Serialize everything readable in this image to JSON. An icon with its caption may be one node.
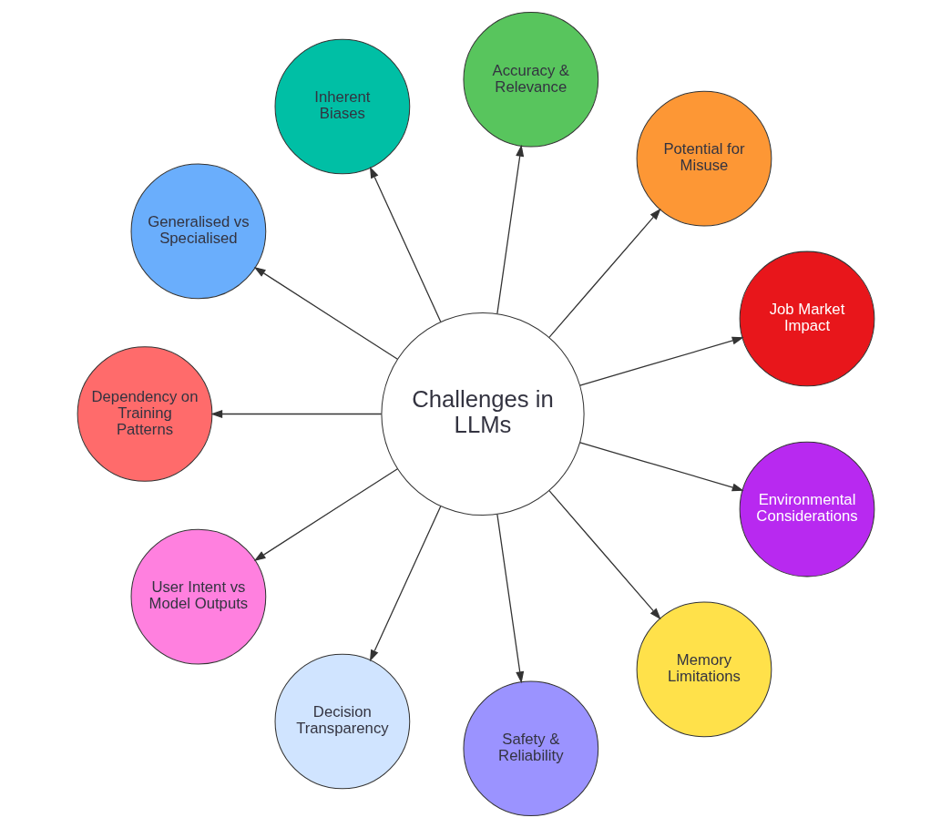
{
  "diagram": {
    "nodes": [
      {
        "text": [
          "Challenges in LLMs"
        ]
      },
      {
        "text": [
          "Job Market Impact"
        ]
      },
      {
        "text": [
          "Potential for Misuse"
        ]
      },
      {
        "text": [
          "Accuracy & Relevance"
        ]
      },
      {
        "text": [
          "Inherent Biases"
        ]
      },
      {
        "text": [
          "Generalised vs Specialised"
        ]
      },
      {
        "text": [
          "Dependency on Training Patterns"
        ]
      },
      {
        "text": [
          "User Intent vs Model Outputs"
        ]
      },
      {
        "text": [
          "Decision Transparency"
        ]
      },
      {
        "text": [
          "Safety & Reliability"
        ]
      },
      {
        "text": [
          "Memory Limitations"
        ]
      },
      {
        "text": [
          "Environmental Considerations"
        ]
      }
    ],
    "edges": [
      {
        "from": 0,
        "to": 1,
        "arrow": "to"
      },
      {
        "from": 0,
        "to": 2,
        "arrow": "to"
      },
      {
        "from": 0,
        "to": 3,
        "arrow": "to"
      },
      {
        "from": 0,
        "to": 4,
        "arrow": "to"
      },
      {
        "from": 0,
        "to": 5,
        "arrow": "to"
      },
      {
        "from": 0,
        "to": 6,
        "arrow": "to"
      },
      {
        "from": 0,
        "to": 7,
        "arrow": "to"
      },
      {
        "from": 0,
        "to": 8,
        "arrow": "to"
      },
      {
        "from": 0,
        "to": 9,
        "arrow": "to"
      },
      {
        "from": 0,
        "to": 10,
        "arrow": "to"
      },
      {
        "from": 0,
        "to": 11,
        "arrow": "to"
      }
    ]
  }
}
